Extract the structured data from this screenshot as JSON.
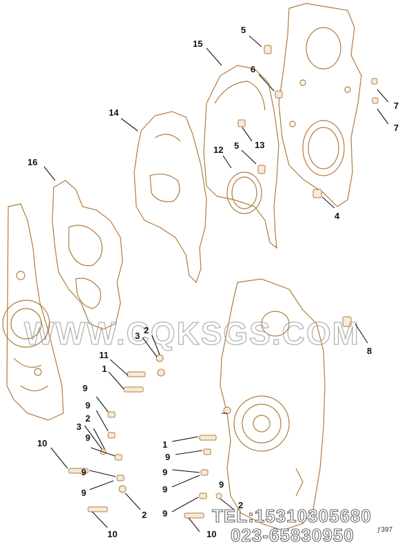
{
  "callouts": [
    "16",
    "14",
    "15",
    "5",
    "6",
    "7",
    "7",
    "12",
    "5",
    "13",
    "4",
    "8",
    "11",
    "1",
    "2",
    "3",
    "9",
    "9",
    "2",
    "3",
    "9",
    "10",
    "9",
    "9",
    "2",
    "10",
    "1",
    "9",
    "9",
    "9",
    "9",
    "9",
    "2",
    "10"
  ],
  "watermark": "WWW.CQKSGS.COM",
  "contact": {
    "tel": "TEL:15310305680",
    "phone": "023-65830950"
  },
  "figure_number": "ƒ397"
}
